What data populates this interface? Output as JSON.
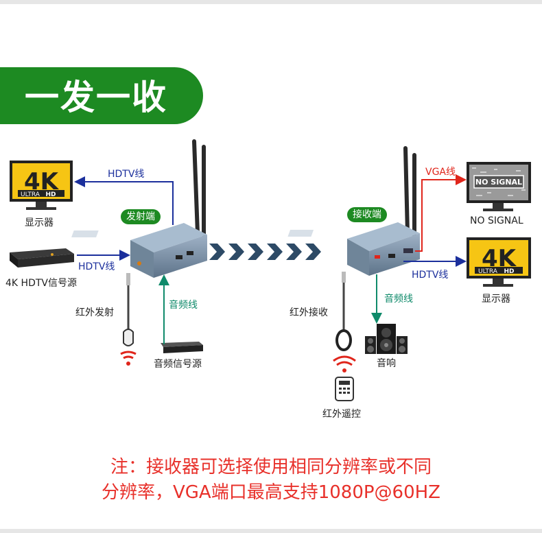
{
  "title": "一发一收",
  "labels": {
    "tx_pill": "发射端",
    "rx_pill": "接收端",
    "hdtv_line_out": "HDTV线",
    "hdtv_line_in": "HDTV线",
    "source_4k": "4K HDTV信号源",
    "display_left": "显示器",
    "ir_tx": "红外发射",
    "audio_line_tx": "音频线",
    "audio_source": "音频信号源",
    "vga_line": "VGA线",
    "no_signal_caption": "NO SIGNAL",
    "no_signal_screen": "NO SIGNAL",
    "hdtv_line_rx": "HDTV线",
    "display_right": "显示器",
    "audio_line_rx": "音频线",
    "speaker": "音响",
    "ir_rx": "红外接收",
    "remote": "红外遥控"
  },
  "screen_4k": {
    "big": "4K",
    "small_left": "ULTRA",
    "small_right": "HD"
  },
  "note_line1": "注：接收器可选择使用相同分辨率或不同",
  "note_line2": "分辨率，VGA端口最高支持1080P@60HZ",
  "colors": {
    "green": "#1d8a22",
    "blue_line": "#1b2f9c",
    "red_line": "#e0251b",
    "teal_line": "#0f8a6a",
    "note": "#e8302a"
  }
}
